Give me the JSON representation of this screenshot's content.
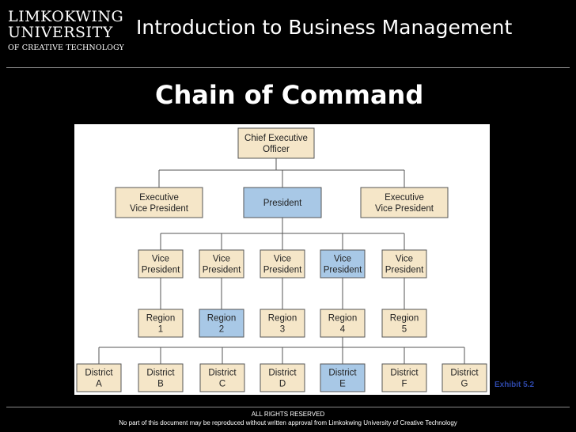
{
  "logo": {
    "line1": "LIMKOKWING",
    "line2": "UNIVERSITY",
    "line3": "OF CREATIVE TECHNOLOGY"
  },
  "header": {
    "title": "Introduction to Business Management"
  },
  "slide": {
    "title": "Chain of Command",
    "exhibit": "Exhibit 5.2"
  },
  "colors": {
    "background": "#000000",
    "box_fill": "#f5e6c8",
    "highlight_fill": "#a8c8e6",
    "line": "#555555",
    "exhibit": "#2d47a8"
  },
  "org_chart": {
    "ceo": {
      "lines": [
        "Chief Executive",
        "Officer"
      ],
      "highlight": false
    },
    "level2": [
      {
        "lines": [
          "Executive",
          "Vice President"
        ],
        "highlight": false
      },
      {
        "lines": [
          "President"
        ],
        "highlight": true
      },
      {
        "lines": [
          "Executive",
          "Vice President"
        ],
        "highlight": false
      }
    ],
    "vice_presidents": [
      {
        "lines": [
          "Vice",
          "President"
        ],
        "highlight": false
      },
      {
        "lines": [
          "Vice",
          "President"
        ],
        "highlight": false
      },
      {
        "lines": [
          "Vice",
          "President"
        ],
        "highlight": false
      },
      {
        "lines": [
          "Vice",
          "President"
        ],
        "highlight": true
      },
      {
        "lines": [
          "Vice",
          "President"
        ],
        "highlight": false
      }
    ],
    "regions": [
      {
        "lines": [
          "Region",
          "1"
        ],
        "highlight": false
      },
      {
        "lines": [
          "Region",
          "2"
        ],
        "highlight": true
      },
      {
        "lines": [
          "Region",
          "3"
        ],
        "highlight": false
      },
      {
        "lines": [
          "Region",
          "4"
        ],
        "highlight": false
      },
      {
        "lines": [
          "Region",
          "5"
        ],
        "highlight": false
      }
    ],
    "districts": [
      {
        "lines": [
          "District",
          "A"
        ],
        "highlight": false
      },
      {
        "lines": [
          "District",
          "B"
        ],
        "highlight": false
      },
      {
        "lines": [
          "District",
          "C"
        ],
        "highlight": false
      },
      {
        "lines": [
          "District",
          "D"
        ],
        "highlight": false
      },
      {
        "lines": [
          "District",
          "E"
        ],
        "highlight": true
      },
      {
        "lines": [
          "District",
          "F"
        ],
        "highlight": false
      },
      {
        "lines": [
          "District",
          "G"
        ],
        "highlight": false
      }
    ]
  },
  "footer": {
    "rights": "ALL RIGHTS RESERVED",
    "notice": "No part of this document may be reproduced without written approval from Limkokwing University of Creative Technology"
  }
}
